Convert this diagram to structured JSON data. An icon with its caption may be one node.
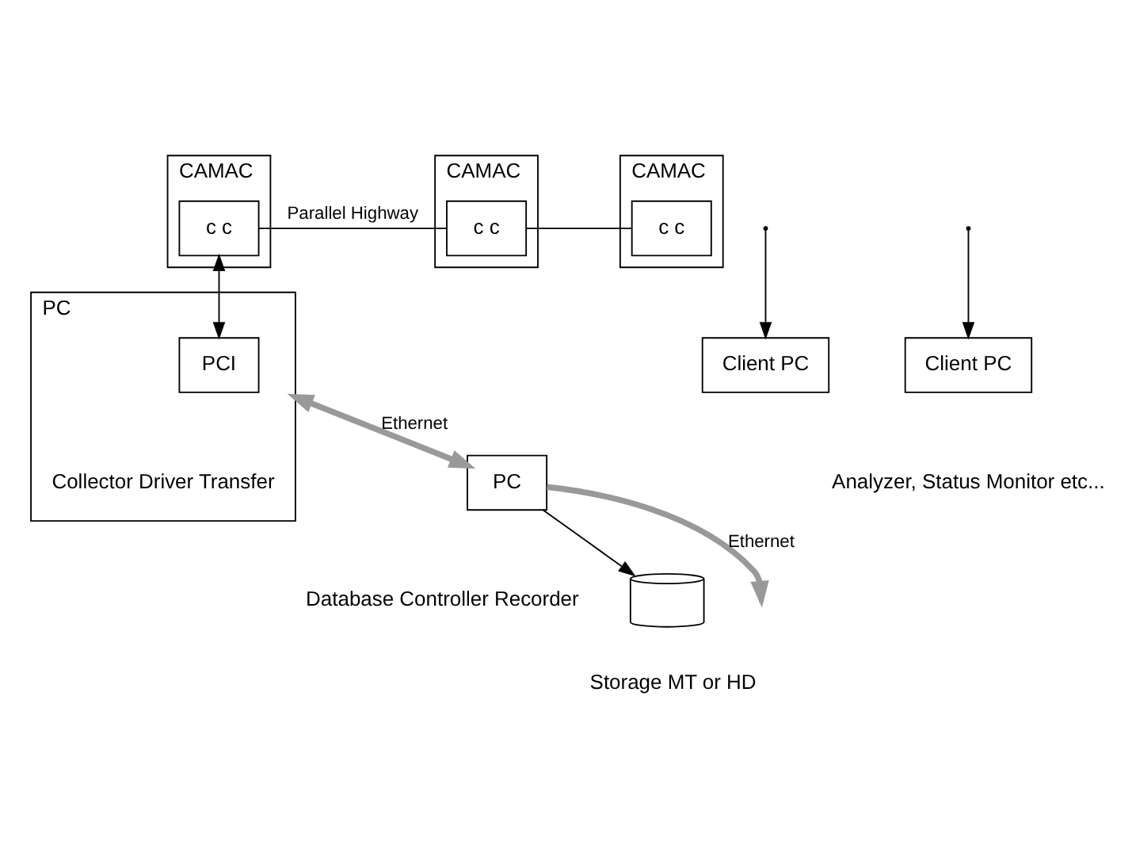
{
  "diagram": {
    "nodes": [
      {
        "text": [
          "CAMAC"
        ]
      },
      {
        "text": [
          "c c"
        ],
        "in": 0
      },
      {
        "text": [
          "CAMAC"
        ]
      },
      {
        "text": [
          "c c"
        ],
        "in": 2
      },
      {
        "text": [
          "CAMAC"
        ]
      },
      {
        "text": [
          "c c"
        ],
        "in": 4
      },
      {
        "text": [
          "PC"
        ],
        "beside": [
          "Collector Driver Transfer"
        ]
      },
      {
        "text": [
          "PCI"
        ],
        "in": 6
      },
      {
        "text": [
          "PC"
        ],
        "beside": [
          "Database Controller Recorder"
        ]
      },
      {
        "text": [
          "Client PC"
        ]
      },
      {
        "text": [
          "Client PC"
        ],
        "beside": [
          "Analyzer, Status Monitor etc..."
        ]
      },
      {
        "text": [],
        "shape": "cylinder",
        "beside": [
          "Storage MT or HD"
        ]
      }
    ],
    "edges": [
      {
        "from": 1,
        "to": 3,
        "arrow": "none",
        "label": "Parallel Highway"
      },
      {
        "from": 3,
        "to": 5,
        "arrow": "none"
      },
      {
        "from": 1,
        "to": 7,
        "arrow": "both"
      },
      {
        "from": 6,
        "to": 8,
        "arrow": "both",
        "label": "Ethernet",
        "style": "thick",
        "color": "#999999"
      },
      {
        "from": 8,
        "to": 11,
        "arrow": "to"
      },
      {
        "from": 8,
        "to": null,
        "arrow": "to",
        "label": "Ethernet",
        "style": "thick",
        "color": "#999999"
      },
      {
        "from": null,
        "to": 9,
        "arrow": "to"
      },
      {
        "from": null,
        "to": 10,
        "arrow": "to"
      }
    ]
  }
}
